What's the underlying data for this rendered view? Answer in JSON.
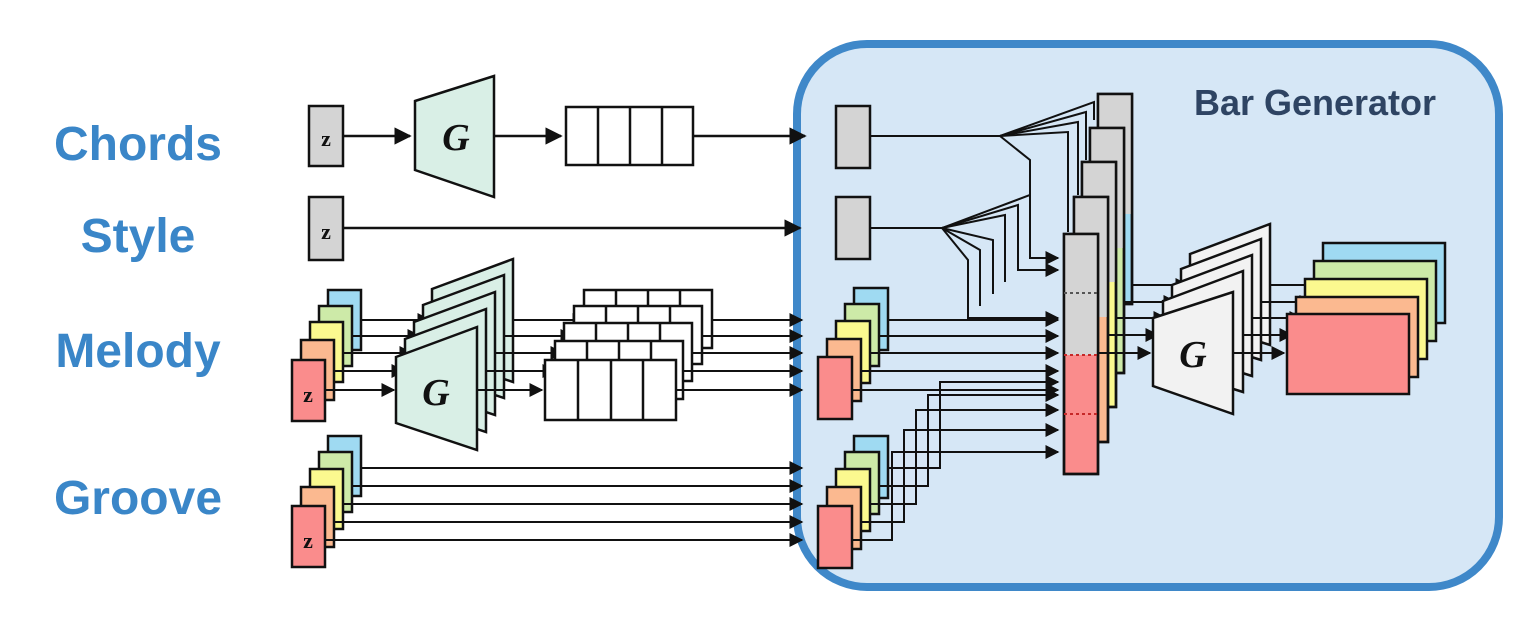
{
  "diagram": {
    "title": "Bar Generator",
    "rows": {
      "chords": "Chords",
      "style": "Style",
      "melody": "Melody",
      "groove": "Groove"
    },
    "latent_symbol": "z",
    "generator_symbol": "G"
  },
  "colors": {
    "label_blue": "#3a86c8",
    "bar_generator_fill": "#d6e7f6",
    "bar_generator_border": "#3f88c9",
    "generator_fill": "#d9efe6",
    "final_generator_fill": "#f2f2f2",
    "latent_gray": "#d4d4d4",
    "track_blue": "#9fdaf2",
    "track_green": "#cdeaa8",
    "track_yellow": "#fbf98f",
    "track_orange": "#fbb990",
    "track_red": "#fa8c8c"
  }
}
